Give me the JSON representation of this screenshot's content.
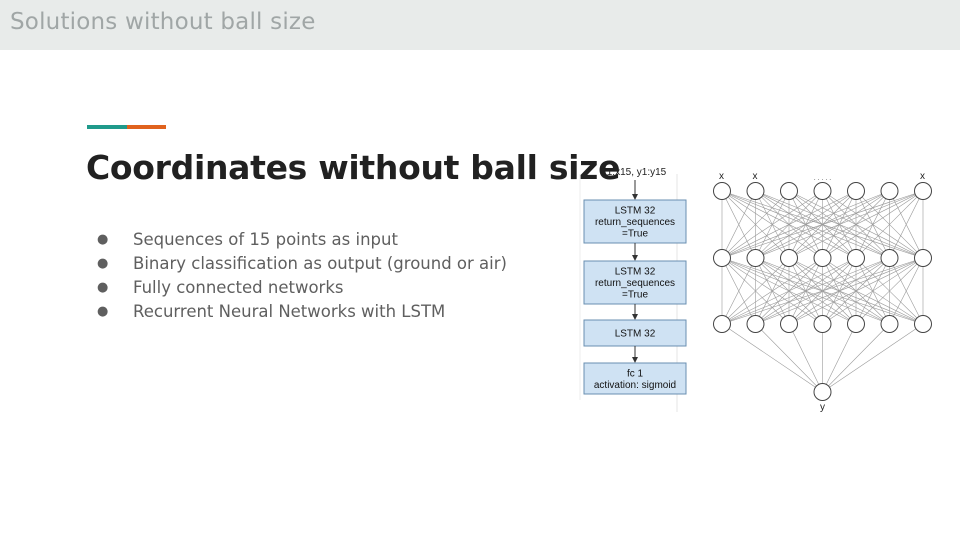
{
  "slide_header": {
    "title": "Solutions without ball size"
  },
  "slide": {
    "heading": "Coordinates without ball size",
    "accent_colors": [
      "#1f9a8b",
      "#e0621d"
    ],
    "bullets": [
      "Sequences of 15 points as input",
      "Binary classification as output (ground or air)",
      "Fully connected networks",
      "Recurrent Neural Networks  with LSTM"
    ]
  },
  "lstm_figure": {
    "input_label": "x1:x15, y1:y15",
    "box_fill": "#cfe2f3",
    "box_stroke": "#6a8fb0",
    "layers": [
      {
        "lines": [
          "LSTM 32",
          "return_sequences",
          "=True"
        ]
      },
      {
        "lines": [
          "LSTM 32",
          "return_sequences",
          "=True"
        ]
      },
      {
        "lines": [
          "LSTM 32"
        ]
      },
      {
        "lines": [
          "fc 1",
          "activation: sigmoid"
        ]
      }
    ]
  },
  "dense_figure": {
    "top_labels": [
      "x",
      "x",
      "x"
    ],
    "ellipsis": ". . . . .",
    "output_label": "y",
    "layer_sizes": [
      7,
      7,
      7,
      1
    ]
  }
}
